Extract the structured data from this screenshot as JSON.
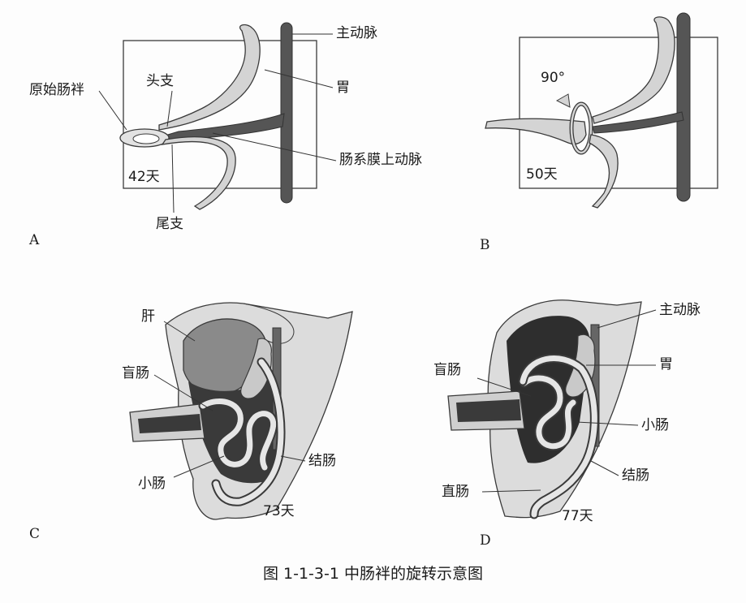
{
  "figure": {
    "caption": "图 1-1-3-1    中肠袢的旋转示意图"
  },
  "panels": {
    "a": {
      "letter": "A",
      "labels": {
        "aorta": "主动脉",
        "primitive_loop": "原始肠袢",
        "cranial_limb": "头支",
        "stomach": "胃",
        "sma": "肠系膜上动脉",
        "day": "42天",
        "caudal_limb": "尾支"
      }
    },
    "b": {
      "letter": "B",
      "labels": {
        "angle": "90°",
        "day": "50天"
      }
    },
    "c": {
      "letter": "C",
      "labels": {
        "liver": "肝",
        "cecum": "盲肠",
        "colon": "结肠",
        "small_intestine": "小肠",
        "day": "73天"
      }
    },
    "d": {
      "letter": "D",
      "labels": {
        "aorta": "主动脉",
        "cecum": "盲肠",
        "stomach": "胃",
        "small_intestine": "小肠",
        "colon": "结肠",
        "rectum": "直肠",
        "day": "77天"
      }
    }
  },
  "colors": {
    "outline": "#3a3a3a",
    "tissue_light": "#d4d4d4",
    "tissue_mid": "#b8b8b8",
    "vessel": "#555555",
    "cavity_dark": "#2e2e2e"
  }
}
